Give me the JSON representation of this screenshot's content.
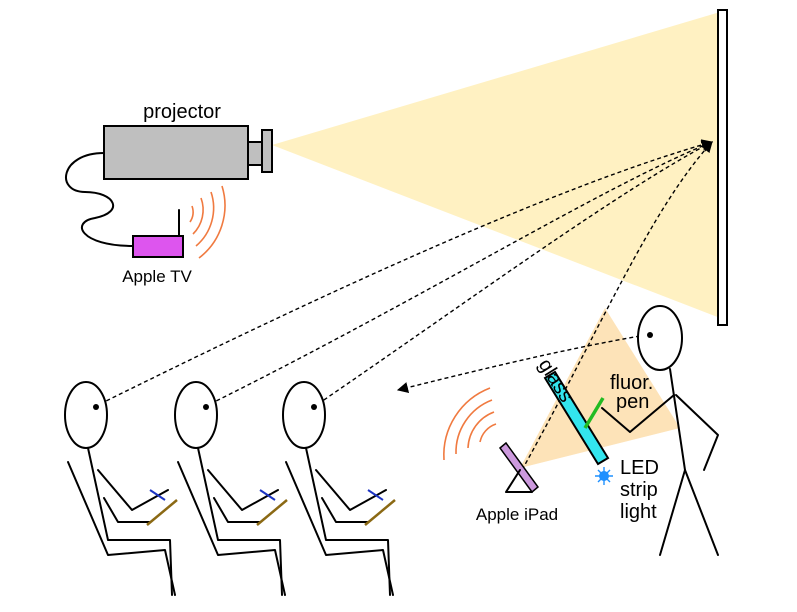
{
  "labels": {
    "projector": "projector",
    "apple_tv": "Apple TV",
    "glass": "glass",
    "fluor_line1": "fluor.",
    "fluor_line2": "pen",
    "led_line1": "LED",
    "led_line2": "strip",
    "led_line3": "light",
    "apple_ipad": "Apple iPad"
  },
  "colors": {
    "projector_body": "#bfbfbf",
    "beam": "#fff1c2",
    "presenter_light": "#fde3b8",
    "apple_tv": "#dd55ee",
    "ipad": "#cc99dd",
    "wireless_waves": "#f07a40",
    "glass": "#33e5ee",
    "pen": "#22bb22",
    "led": "#1e90ff",
    "pen_in_hand_blue": "#1d35c4",
    "desk_pen": "#8b6914"
  },
  "icons": {
    "wireless": "wireless-waves-icon",
    "led": "led-light-icon"
  }
}
